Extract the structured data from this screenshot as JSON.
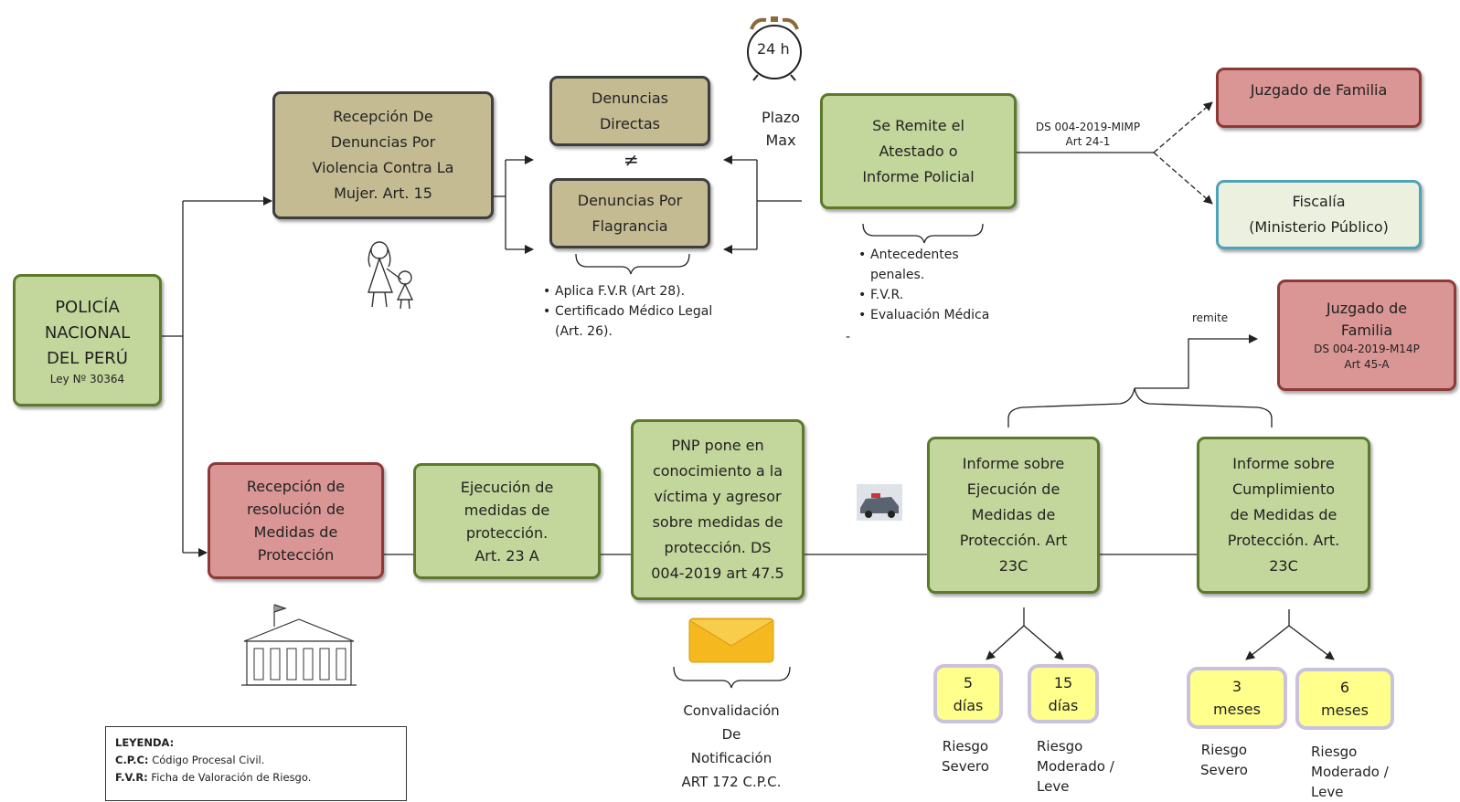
{
  "nodes": {
    "pnp": "POLICÍA\nNACIONAL\nDEL PERÚ",
    "pnp_law": "Ley Nº 30364",
    "recepcion_denuncias": "Recepción De\nDenuncias Por\nViolencia Contra La\nMujer. Art. 15",
    "denuncias_directas": "Denuncias\nDirectas",
    "not_equal": "≠",
    "denuncias_flagrancia": "Denuncias Por\nFlagrancia",
    "se_remite": "Se Remite el\nAtestado o\nInforme Policial",
    "juzgado_familia_1": "Juzgado de Familia",
    "fiscalia": "Fiscalía\n(Ministerio Público)",
    "juzgado_familia_2": "Juzgado de\nFamilia",
    "juzgado_familia_2_ref": "DS 004-2019-M14P\nArt 45-A",
    "recepcion_resolucion": "Recepción de\nresolución de\nMedidas de\nProtección",
    "ejecucion_medidas": "Ejecución de\nmedidas de\nprotección.\nArt. 23 A",
    "pnp_pone": "PNP pone en\nconocimiento a la\nvíctima y agresor\nsobre medidas de\nprotección. DS\n004-2019 art 47.5",
    "informe_ejecucion": "Informe sobre\nEjecución de\nMedidas de\nProtección. Art\n23C",
    "informe_cumplimiento": "Informe sobre\nCumplimiento\nde Medidas de\nProtección. Art.\n23C"
  },
  "labels": {
    "clock": "24 h",
    "plazo_max": "Plazo\nMax",
    "ds_ref": "DS 004-2019-MIMP\nArt 24-1",
    "remite": "remite",
    "convalidacion": "Convalidación\nDe\nNotificación\nART 172 C.P.C."
  },
  "bullets_flagrancia": [
    "Aplica F.V.R (Art 28).",
    "Certificado Médico Legal\n(Art. 26)."
  ],
  "bullets_atestado": [
    "Antecedentes\npenales.",
    "F.V.R.",
    "Evaluación Médica"
  ],
  "bullets_atestado_trailing": "-",
  "outcomes": [
    {
      "box": "5\ndías",
      "risk": "Riesgo\nSevero"
    },
    {
      "box": "15\ndías",
      "risk": "Riesgo\nModerado /\nLeve"
    },
    {
      "box": "3\nmeses",
      "risk": "Riesgo\nSevero"
    },
    {
      "box": "6\nmeses",
      "risk": "Riesgo\nModerado /\nLeve"
    }
  ],
  "legend": {
    "title": "LEYENDA:",
    "items": [
      {
        "abbr": "C.P.C:",
        "text": " Código Procesal Civil."
      },
      {
        "abbr": "F.V.R:",
        "text": " Ficha de Valoración de Riesgo."
      }
    ]
  },
  "colors": {
    "tan": "#c5bb93",
    "green": "#c3d69b",
    "red": "#d99694",
    "light_blue": "#ebf1de",
    "yellow": "#ffff8c"
  }
}
